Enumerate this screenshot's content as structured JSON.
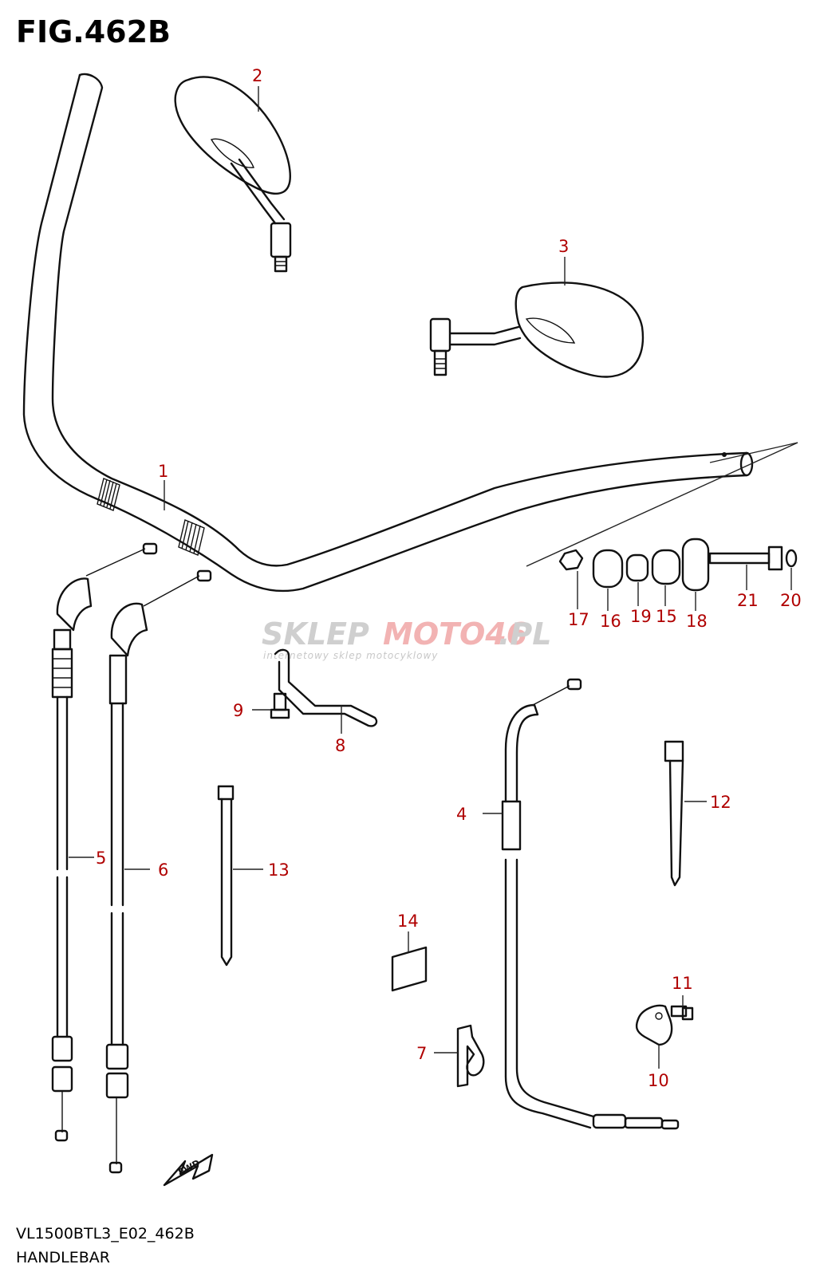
{
  "figure": {
    "title": "FIG.462B",
    "model_code": "VL1500BTL3_E02_462B",
    "section_name": "HANDLEBAR"
  },
  "watermark": {
    "brand_part_a": "SKLEP",
    "brand_part_b": "MOTO46",
    "brand_suffix": ".PL",
    "tagline": "internetowy sklep motocyklowy"
  },
  "fwd_label": "FWD",
  "parts": [
    {
      "ref": "1",
      "icon": "handlebar-icon"
    },
    {
      "ref": "2",
      "icon": "left-mirror-icon"
    },
    {
      "ref": "3",
      "icon": "right-mirror-icon"
    },
    {
      "ref": "4",
      "icon": "clutch-cable-icon"
    },
    {
      "ref": "5",
      "icon": "throttle-cable-icon"
    },
    {
      "ref": "6",
      "icon": "throttle-cable-icon"
    },
    {
      "ref": "7",
      "icon": "cable-guide-clip-icon"
    },
    {
      "ref": "8",
      "icon": "cable-guide-wire-icon"
    },
    {
      "ref": "9",
      "icon": "bolt-icon"
    },
    {
      "ref": "10",
      "icon": "cable-clamp-icon"
    },
    {
      "ref": "11",
      "icon": "bolt-icon"
    },
    {
      "ref": "12",
      "icon": "cable-tie-icon"
    },
    {
      "ref": "13",
      "icon": "cable-tie-icon"
    },
    {
      "ref": "14",
      "icon": "label-sheet-icon"
    },
    {
      "ref": "15",
      "icon": "damper-icon"
    },
    {
      "ref": "16",
      "icon": "bar-end-weight-icon"
    },
    {
      "ref": "17",
      "icon": "nut-icon"
    },
    {
      "ref": "18",
      "icon": "bar-end-cap-icon"
    },
    {
      "ref": "19",
      "icon": "spacer-icon"
    },
    {
      "ref": "20",
      "icon": "washer-icon"
    },
    {
      "ref": "21",
      "icon": "bolt-icon"
    }
  ]
}
